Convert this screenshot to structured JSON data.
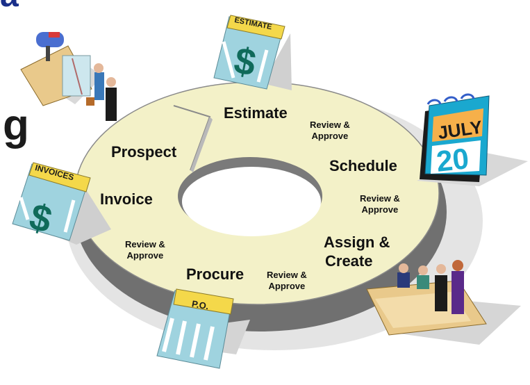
{
  "fragments": {
    "left_letter": "g",
    "corner_letter": "a"
  },
  "stages": {
    "estimate": "Estimate",
    "schedule": "Schedule",
    "assign_create_1": "Assign &",
    "assign_create_2": "Create",
    "procure": "Procure",
    "invoice": "Invoice",
    "prospect": "Prospect"
  },
  "review_steps": {
    "line1": "Review &",
    "line2": "Approve"
  },
  "documents": {
    "estimate_tag": "ESTIMATE",
    "calendar_month": "JULY",
    "calendar_day": "20",
    "invoices_tag": "INVOICES",
    "po_tag": "P.O.",
    "dollar_sign": "$"
  },
  "colors": {
    "ring_top": "#f3f1c8",
    "ring_side": "#6f6f6f",
    "ring_shadow": "#cfcfcf",
    "doc_blue": "#9fd3df",
    "doc_tag": "#f4d84a",
    "calendar_blue": "#1aa8cf",
    "calendar_month_bg": "#f6b04a",
    "folder": "#e9c98b",
    "fragment_blue": "#1a2f8a"
  }
}
